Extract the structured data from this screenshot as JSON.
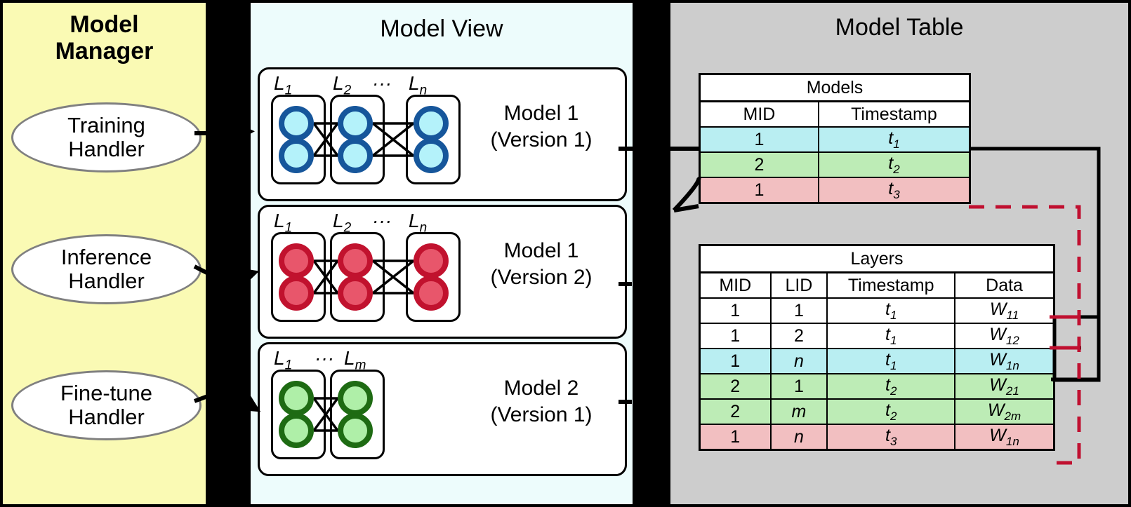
{
  "panels": {
    "model_manager": {
      "title_line1": "Model",
      "title_line2": "Manager",
      "handlers": [
        {
          "line1": "Training",
          "line2": "Handler"
        },
        {
          "line1": "Inference",
          "line2": "Handler"
        },
        {
          "line1": "Fine-tune",
          "line2": "Handler"
        }
      ]
    },
    "model_view": {
      "title": "Model View",
      "models": [
        {
          "name_line1": "Model 1",
          "name_line2": "(Version 1)",
          "color_fill": "#B4F2FA",
          "color_ring": "#16569B",
          "layer_labels": [
            "L1",
            "L2",
            "···",
            "Ln"
          ],
          "layers": 3
        },
        {
          "name_line1": "Model 1",
          "name_line2": "(Version 2)",
          "color_fill": "#E8566B",
          "color_ring": "#C1122E",
          "layer_labels": [
            "L1",
            "L2",
            "···",
            "Ln"
          ],
          "layers": 3
        },
        {
          "name_line1": "Model 2",
          "name_line2": "(Version 1)",
          "color_fill": "#AFEFA8",
          "color_ring": "#1E6B13",
          "layer_labels": [
            "L1",
            "···",
            "Lm"
          ],
          "layers": 2
        }
      ]
    },
    "model_table": {
      "title": "Model Table",
      "tables": [
        {
          "caption": "Models",
          "headers": [
            "MID",
            "Timestamp"
          ],
          "rows": [
            {
              "cells": [
                "1",
                "t1"
              ],
              "highlight": "blue"
            },
            {
              "cells": [
                "2",
                "t2"
              ],
              "highlight": "green"
            },
            {
              "cells": [
                "1",
                "t3"
              ],
              "highlight": "pink"
            }
          ]
        },
        {
          "caption": "Layers",
          "headers": [
            "MID",
            "LID",
            "Timestamp",
            "Data"
          ],
          "rows": [
            {
              "cells": [
                "1",
                "1",
                "t1",
                "W11"
              ],
              "highlight": "none"
            },
            {
              "cells": [
                "1",
                "2",
                "t1",
                "W12"
              ],
              "highlight": "none"
            },
            {
              "cells": [
                "1",
                "n",
                "t1",
                "W1n"
              ],
              "highlight": "blue"
            },
            {
              "cells": [
                "2",
                "1",
                "t2",
                "W21"
              ],
              "highlight": "green"
            },
            {
              "cells": [
                "2",
                "m",
                "t2",
                "W2m"
              ],
              "highlight": "green"
            },
            {
              "cells": [
                "1",
                "n",
                "t3",
                "W1n"
              ],
              "highlight": "pink"
            }
          ]
        }
      ]
    }
  },
  "colors": {
    "manager_bg": "#FAFAB4",
    "view_bg": "#EDFCFC",
    "table_bg": "#CDCDCD",
    "row_blue": "#B9EEF2",
    "row_green": "#BDECB6",
    "row_pink": "#F2BFC1",
    "dashed_link": "#C01030",
    "solid_link": "#000000"
  }
}
